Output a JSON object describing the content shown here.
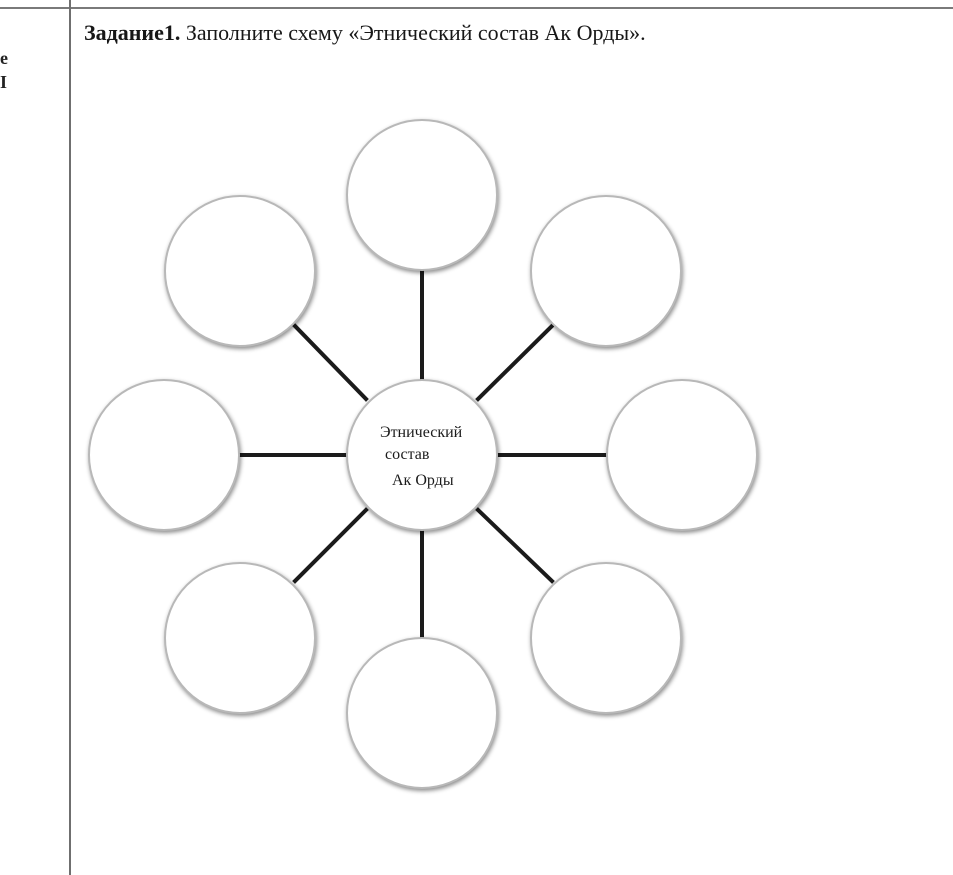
{
  "document": {
    "left_column_fragment": [
      "е",
      "I"
    ],
    "task": {
      "label": "Задание1.",
      "text": " Заполните схему «Этнический состав Ак Орды»."
    }
  },
  "diagram": {
    "center_label": {
      "line1": "Этнический",
      "line2": "состав",
      "line3": "Ак Орды"
    },
    "outer_nodes": [
      {
        "label": ""
      },
      {
        "label": ""
      },
      {
        "label": ""
      },
      {
        "label": ""
      },
      {
        "label": ""
      },
      {
        "label": ""
      },
      {
        "label": ""
      },
      {
        "label": ""
      }
    ]
  }
}
